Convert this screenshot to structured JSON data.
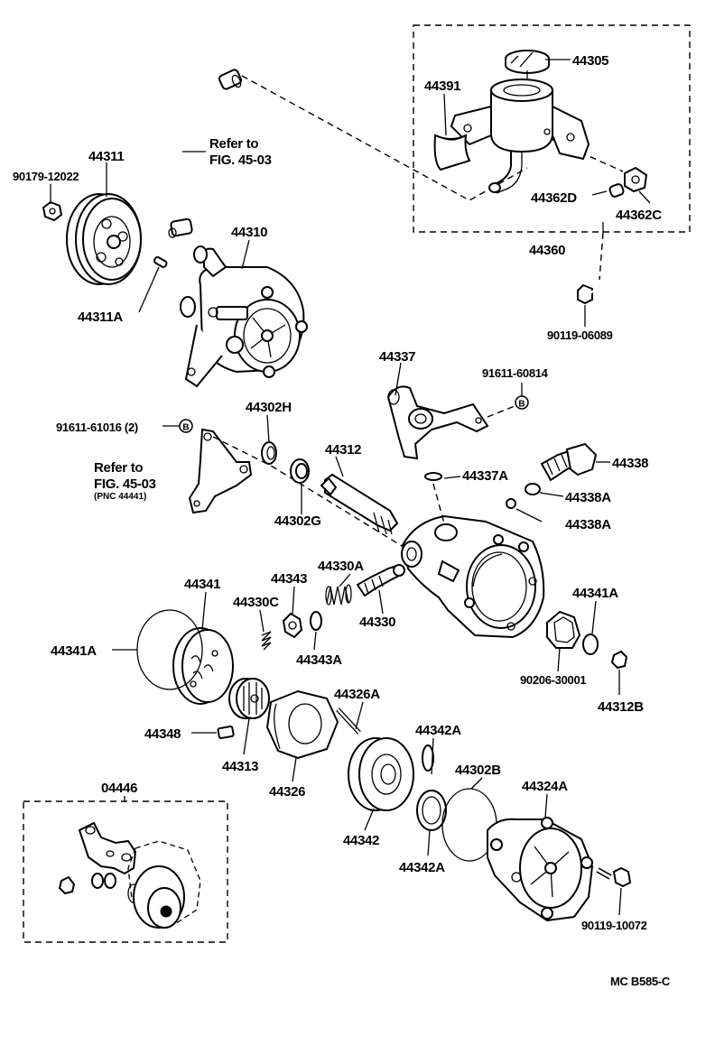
{
  "labels": {
    "l44305": "44305",
    "l44391": "44391",
    "l44362D": "44362D",
    "l44362C": "44362C",
    "l44360": "44360",
    "l90119_06089": "90119-06089",
    "l44311": "44311",
    "l90179_12022": "90179-12022",
    "l44311A": "44311A",
    "refer_to_1": "Refer to",
    "fig_45_03_1": "FIG. 45-03",
    "l44310": "44310",
    "l44337": "44337",
    "l91611_60814": "91611-60814",
    "l91611_61016": "91611-61016 (2)",
    "l44302H": "44302H",
    "l44312": "44312",
    "refer_to_2": "Refer to",
    "fig_45_03_2": "FIG. 45-03",
    "pnc_44441": "(PNC 44441)",
    "l44302G": "44302G",
    "l44337A": "44337A",
    "l44338": "44338",
    "l44338A_1": "44338A",
    "l44338A_2": "44338A",
    "l44341": "44341",
    "l44343": "44343",
    "l44330A": "44330A",
    "l44330C": "44330C",
    "l44330": "44330",
    "l44341A_1": "44341A",
    "l44341A_2": "44341A",
    "l44343A": "44343A",
    "l90206_30001": "90206-30001",
    "l44312B": "44312B",
    "l44326A": "44326A",
    "l44348": "44348",
    "l44313": "44313",
    "l44326": "44326",
    "l44342A_1": "44342A",
    "l44342A_2": "44342A",
    "l44302B": "44302B",
    "l44324A": "44324A",
    "l44342": "44342",
    "l04446": "04446",
    "l90119_10072": "90119-10072",
    "footer_code": "MC  B585-C",
    "bolt_mark": "B"
  },
  "icons": {
    "bolt_marker": "circled-letter-b-icon"
  }
}
